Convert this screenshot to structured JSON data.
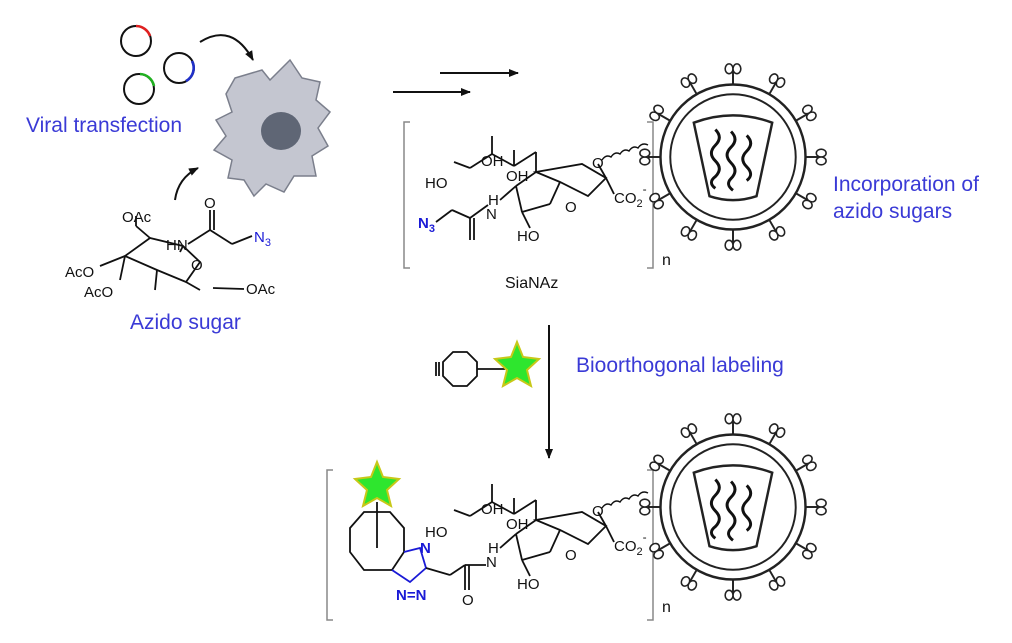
{
  "labels": {
    "viral_transfection": "Viral transfection",
    "azido_sugar": "Azido sugar",
    "incorporation_line1": "Incorporation of",
    "incorporation_line2": "azido sugars",
    "bioorthogonal": "Bioorthogonal labeling",
    "sianaz": "SiaNAz",
    "n_top": "n",
    "n_bottom": "n"
  },
  "atoms": {
    "oac": "OAc",
    "aco": "AcO",
    "hn": "HN",
    "o": "O",
    "n3": "N",
    "n3_sub": "3",
    "ho": "HO",
    "oh": "OH",
    "h": "H",
    "n": "N",
    "co2": "CO",
    "co2_sub": "2",
    "co2_sup": "-"
  },
  "colors": {
    "label_blue": "#3a3ad6",
    "chem_blue": "#1a1ad6",
    "cell_fill": "#c4c6d0",
    "nucleus_fill": "#5f6675",
    "star_green": "#2ee62e",
    "plasmid_red": "#e02020",
    "plasmid_blue": "#2030c8",
    "plasmid_green": "#20b020"
  }
}
